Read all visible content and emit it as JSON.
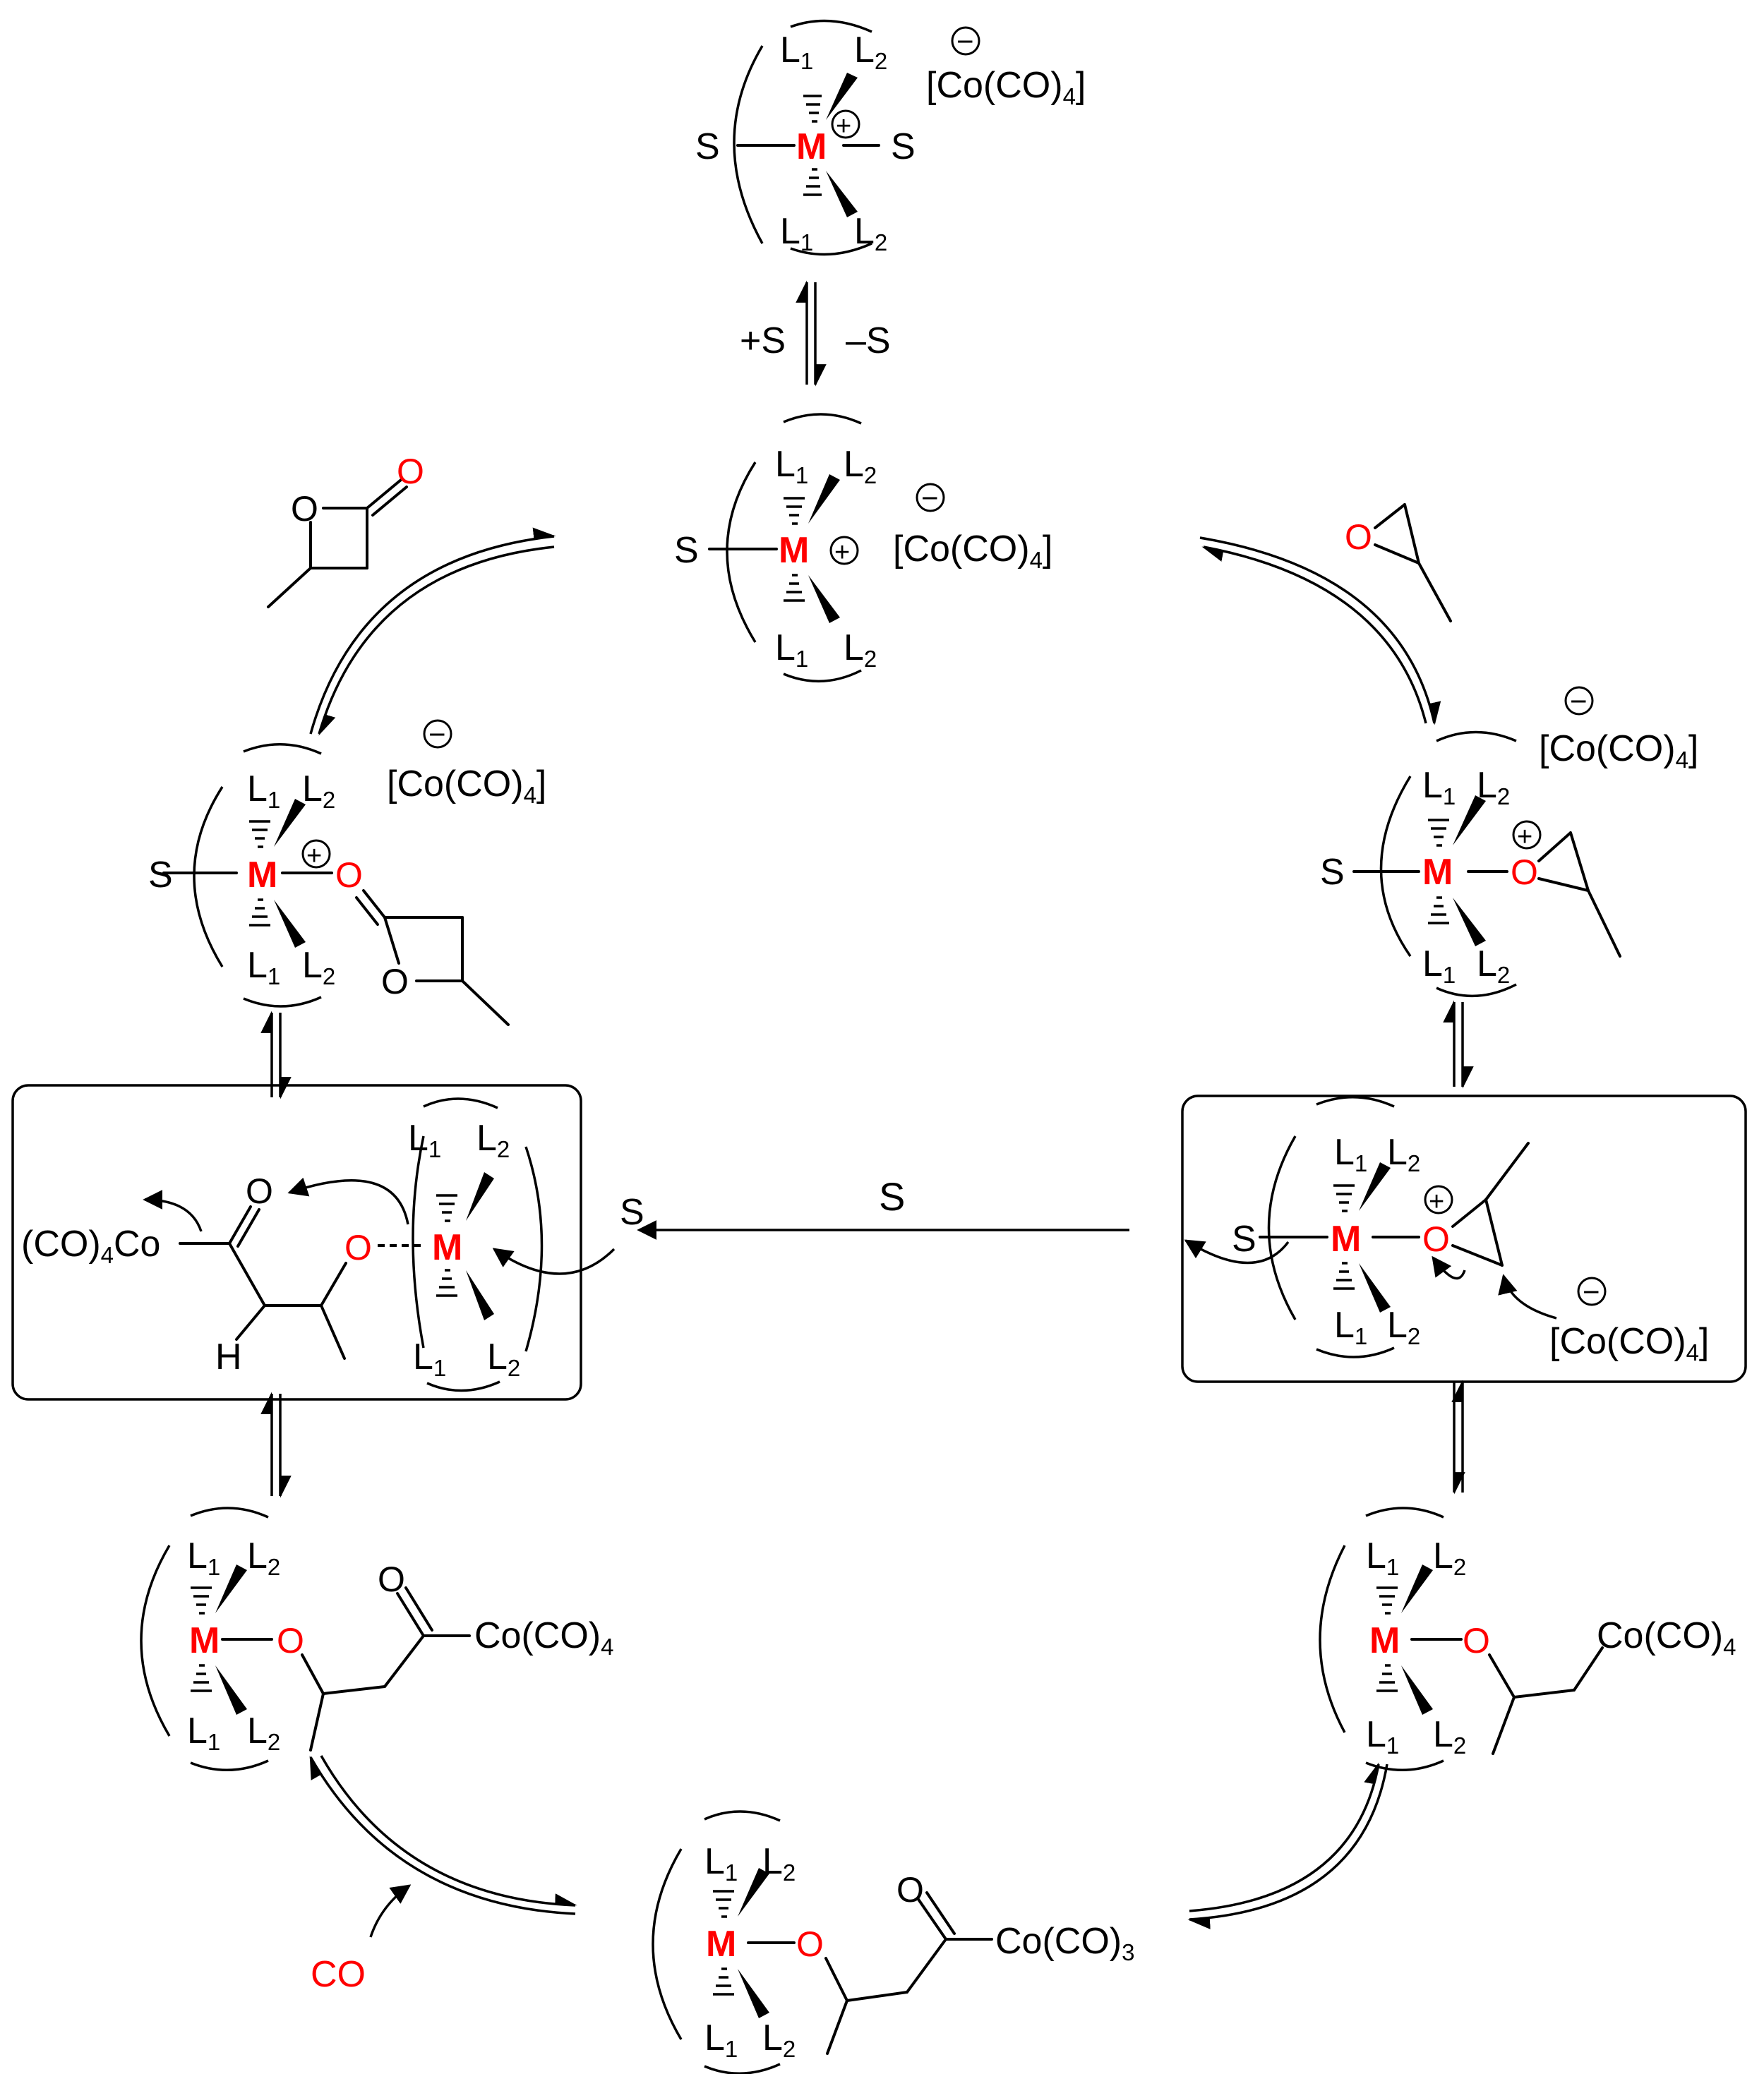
{
  "labels": {
    "metal": "M",
    "ligand1": "L",
    "ligand2": "L",
    "sub1": "1",
    "sub2": "2",
    "solvent": "S",
    "oxygen": "O",
    "hydrogen": "H",
    "plus_sign": "+",
    "minus_sign": "−",
    "anion_text": "[Co(CO)",
    "anion_sub": "4",
    "close_bracket": "]",
    "co_reagent": "CO",
    "co_co4": "Co(CO)",
    "co_co3": "Co(CO)",
    "co4_sub": "4",
    "co3_sub": "3",
    "co4co_prefix": "(CO)",
    "co4co_suffix": "Co",
    "plus_s": "+S",
    "minus_s": "–S",
    "s_arrow_label": "S"
  },
  "colors": {
    "metal": "#ff0000",
    "oxygen": "#ff0000",
    "co_reagent": "#ff0000",
    "ink": "#000000"
  }
}
